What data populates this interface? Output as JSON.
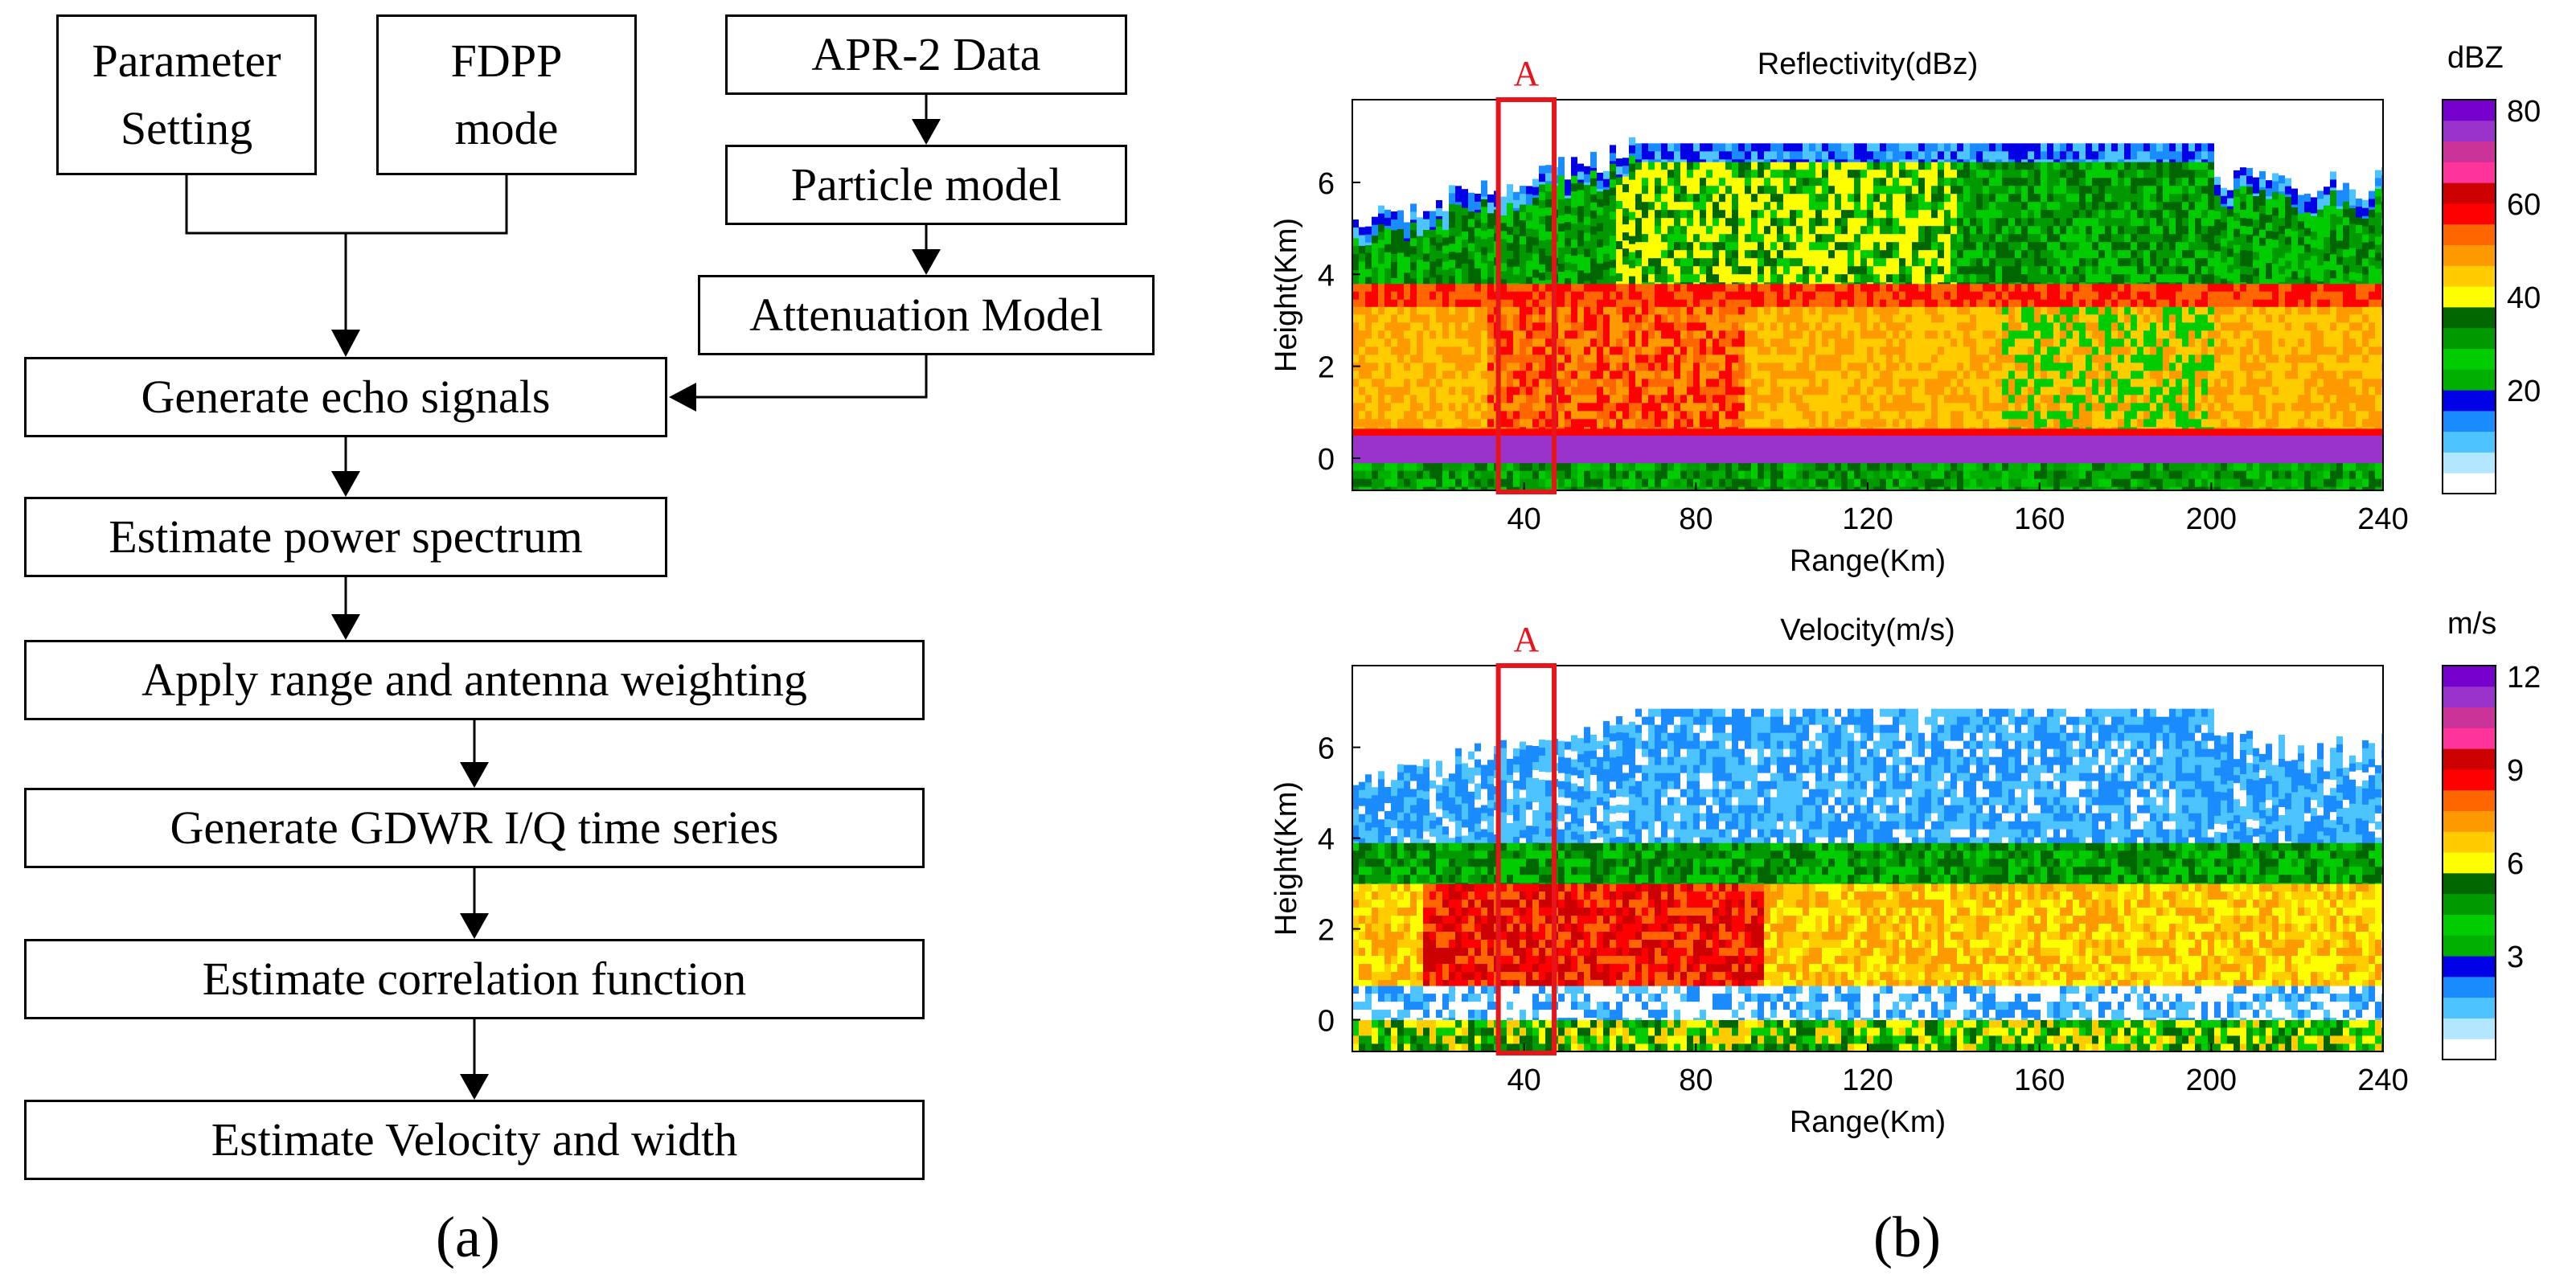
{
  "flowchart": {
    "param_setting": [
      "Parameter",
      "Setting"
    ],
    "fdpp_mode": [
      "FDPP",
      "mode"
    ],
    "apr2": "APR-2 Data",
    "particle": "Particle model",
    "attenuation": "Attenuation Model",
    "echo": "Generate echo signals",
    "power": "Estimate power spectrum",
    "weighting": "Apply range and antenna weighting",
    "gdwr": "Generate GDWR I/Q time series",
    "correlation": "Estimate correlation function",
    "velocity": "Estimate Velocity and width"
  },
  "panel_labels": {
    "a": "(a)",
    "b": "(b)"
  },
  "chart_data": [
    {
      "type": "heatmap",
      "title": "Reflectivity(dBz)",
      "xlabel": "Range(Km)",
      "ylabel": "Height(Km)",
      "xticks": [
        40,
        80,
        120,
        160,
        200,
        240
      ],
      "yticks": [
        0,
        2,
        4,
        6
      ],
      "xlim": [
        0,
        240
      ],
      "ylim": [
        -0.7,
        7.8
      ],
      "colorbar": {
        "title": "dBZ",
        "ticks": [
          20,
          40,
          60,
          80
        ],
        "range": [
          0,
          80
        ],
        "colors": [
          "#ffffff",
          "#b3e6ff",
          "#4dc3ff",
          "#1a8cff",
          "#0000e6",
          "#00b000",
          "#00cc00",
          "#009900",
          "#006600",
          "#ffff00",
          "#ffcc00",
          "#ff9900",
          "#ff6600",
          "#ff0000",
          "#cc0000",
          "#ff3399",
          "#cc3399",
          "#9933cc",
          "#7700cc"
        ]
      },
      "annotation": {
        "text": "A",
        "x_range": [
          34,
          47
        ]
      }
    },
    {
      "type": "heatmap",
      "title": "Velocity(m/s)",
      "xlabel": "Range(Km)",
      "ylabel": "Height(Km)",
      "xticks": [
        40,
        80,
        120,
        160,
        200,
        240
      ],
      "yticks": [
        0,
        2,
        4,
        6
      ],
      "xlim": [
        0,
        240
      ],
      "ylim": [
        -0.7,
        7.8
      ],
      "colorbar": {
        "title": "m/s",
        "ticks": [
          3,
          6,
          9,
          12
        ],
        "range": [
          0,
          12
        ],
        "colors": [
          "#ffffff",
          "#b3e6ff",
          "#4dc3ff",
          "#1a8cff",
          "#0000e6",
          "#00b000",
          "#00cc00",
          "#009900",
          "#006600",
          "#ffff00",
          "#ffcc00",
          "#ff9900",
          "#ff6600",
          "#ff0000",
          "#cc0000",
          "#ff3399",
          "#cc3399",
          "#9933cc",
          "#7700cc"
        ]
      },
      "annotation": {
        "text": "A",
        "x_range": [
          34,
          47
        ]
      }
    }
  ]
}
